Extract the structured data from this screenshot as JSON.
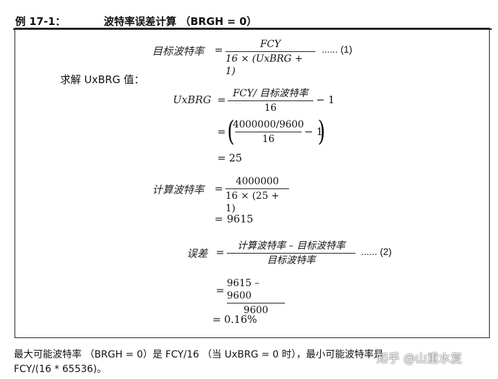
{
  "header": {
    "label": "例 17-1：",
    "title": "波特率误差计算 （BRGH = 0）"
  },
  "eq1": {
    "lhs": "目标波特率",
    "eq": "=",
    "num": "FCY",
    "den": "16 × (UxBRG + 1)",
    "tag": "...... (1)"
  },
  "solve_label": "求解 UxBRG 值：",
  "eq2": {
    "lhs": "UxBRG",
    "eq": "=",
    "num": "FCY/ 目标波特率",
    "den": "16",
    "tail": "− 1"
  },
  "eq3": {
    "eq": "=",
    "lparen": "(",
    "num": "4000000/9600",
    "den": "16",
    "tail": "− 1",
    "rparen": ")"
  },
  "eq4": {
    "eq": "=",
    "value": "25"
  },
  "eq5": {
    "lhs": "计算波特率",
    "eq": "=",
    "num": "4000000",
    "den": "16 × (25 + 1)"
  },
  "eq6": {
    "eq": "=",
    "value": "9615"
  },
  "eq7": {
    "lhs": "误差",
    "eq": "=",
    "num": "计算波特率 – 目标波特率",
    "den": "目标波特率",
    "tag": "...... (2)"
  },
  "eq8": {
    "eq": "=",
    "num": "9615 – 9600",
    "den": "9600"
  },
  "eq9": {
    "eq": "=",
    "value": "0.16%"
  },
  "footer": {
    "line1": "最大可能波特率 （BRGH = 0）是 FCY/16 （当 UxBRG = 0 时），最小可能波特率是",
    "line2": "FCY/(16 * 65536)。"
  },
  "watermark": "知乎 @山重水复"
}
